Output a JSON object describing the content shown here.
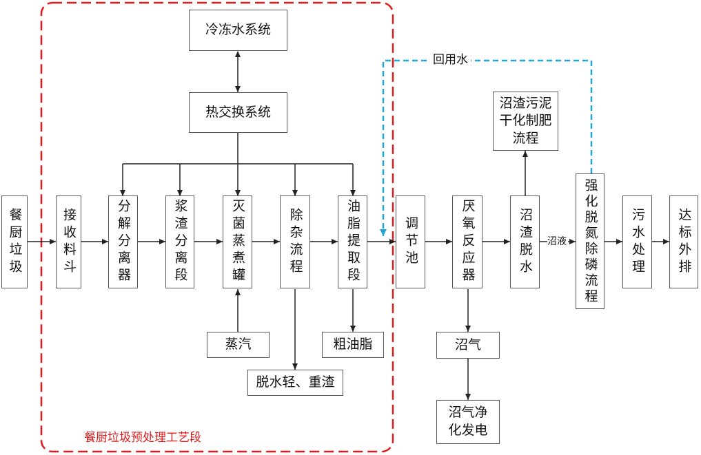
{
  "nodes": {
    "chuyu_laji": "餐厨垃圾",
    "jieshou_liaodou": "接收料斗",
    "fenjie_fenli": "分解分离器",
    "jiangzha_fenli": "浆渣分离段",
    "miejun_zhengzhu": "灭菌蒸煮罐",
    "chuza_liucheng": "除杂流程",
    "youzhi_tiqu": "油脂提取段",
    "tiaojie_chi": "调节池",
    "yanyang_fanying": "厌氧反应器",
    "zhaozha_tuoshui": "沼渣脱水",
    "qianghua_tuodan": "强化脱氮除磷流程",
    "wushui_chuli": "污水处理",
    "dabiao_waipai": "达标外排",
    "lengdong_shui": "冷冻水系统",
    "re_jiaohuan": "热交换系统",
    "zhengqi": "蒸汽",
    "tuoshui_zhazha": "脱水轻、重渣",
    "cu_youzhi": "粗油脂",
    "zhaoqi": "沼气",
    "zhaoqi_fadian": "沼气净化发电",
    "zhaozha_wuni": "沼渣污泥干化制肥流程"
  },
  "labels": {
    "huiyong_shui": "回用水",
    "zhaoye": "沼液",
    "pretreatment_section": "餐厨垃圾预处理工艺段"
  },
  "colors": {
    "arrow": "#222222",
    "node_border": "#555555",
    "pretreatment_border": "#e31a1c",
    "reuse_water_line": "#1fa7d6"
  }
}
